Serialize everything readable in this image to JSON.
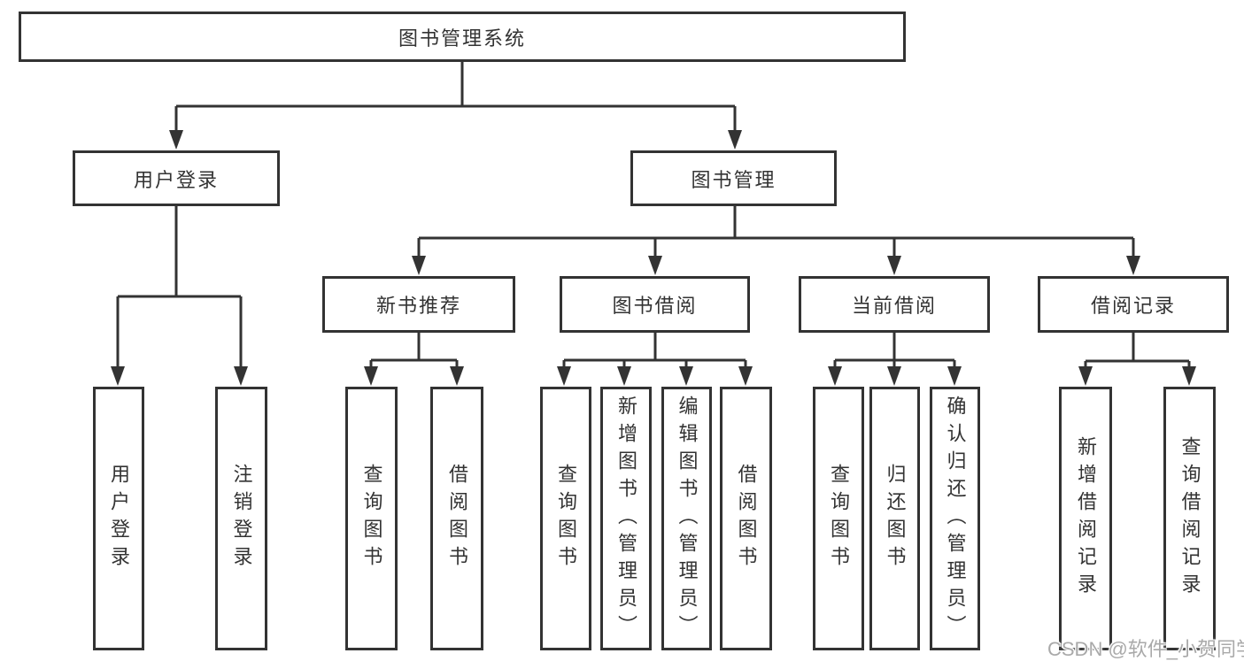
{
  "tree": {
    "label": "图书管理系统",
    "children": [
      {
        "label": "用户登录",
        "children": [
          {
            "label": "用户登录"
          },
          {
            "label": "注销登录"
          }
        ]
      },
      {
        "label": "图书管理",
        "children": [
          {
            "label": "新书推荐",
            "children": [
              {
                "label": "查询图书"
              },
              {
                "label": "借阅图书"
              }
            ]
          },
          {
            "label": "图书借阅",
            "children": [
              {
                "label": "查询图书"
              },
              {
                "label": "新增图书（管理员）"
              },
              {
                "label": "编辑图书（管理员）"
              },
              {
                "label": "借阅图书"
              }
            ]
          },
          {
            "label": "当前借阅",
            "children": [
              {
                "label": "查询图书"
              },
              {
                "label": "归还图书"
              },
              {
                "label": "确认归还（管理员）"
              }
            ]
          },
          {
            "label": "借阅记录",
            "children": [
              {
                "label": "新增借阅记录"
              },
              {
                "label": "查询借阅记录"
              }
            ]
          }
        ]
      }
    ]
  },
  "watermark": {
    "text": "CSDN @软件_小贺同学"
  },
  "colors": {
    "line": "#333333",
    "text": "#333333",
    "watermark": "#a9a9a9",
    "background": "#ffffff"
  }
}
